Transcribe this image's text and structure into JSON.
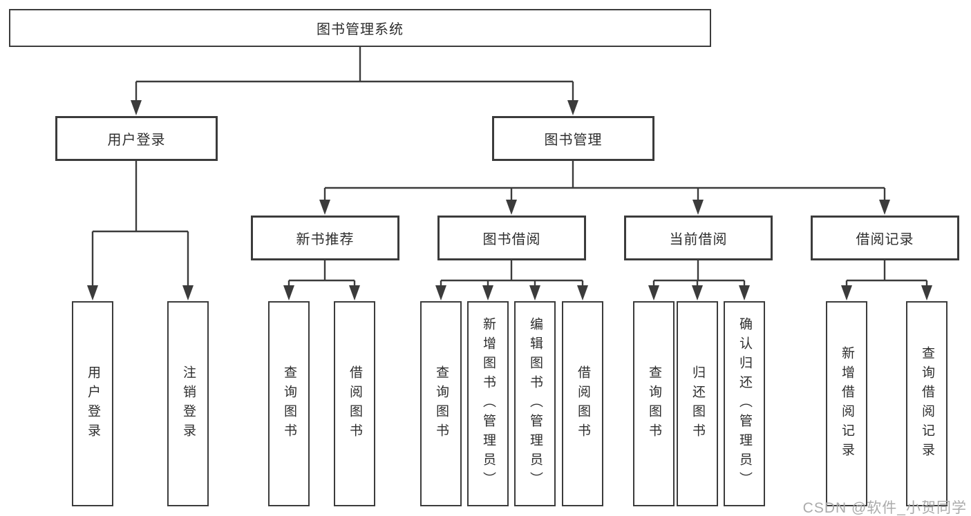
{
  "tree": {
    "root": "图书管理系统",
    "level2": [
      "用户登录",
      "图书管理"
    ],
    "level3": [
      "新书推荐",
      "图书借阅",
      "当前借阅",
      "借阅记录"
    ],
    "leaves_user": [
      "用户登录",
      "注销登录"
    ],
    "leaves_newbook": [
      "查询图书",
      "借阅图书"
    ],
    "leaves_borrow": [
      "查询图书",
      "新增图书（管理员）",
      "编辑图书（管理员）",
      "借阅图书"
    ],
    "leaves_current": [
      "查询图书",
      "归还图书",
      "确认归还（管理员）"
    ],
    "leaves_records": [
      "新增借阅记录",
      "查询借阅记录"
    ]
  },
  "watermark": {
    "text": "CSDN @软件_小贺同学"
  },
  "colors": {
    "line": "#3b3b3b",
    "text": "#2e2e2e",
    "watermark": "#ababab",
    "background": "#ffffff"
  }
}
